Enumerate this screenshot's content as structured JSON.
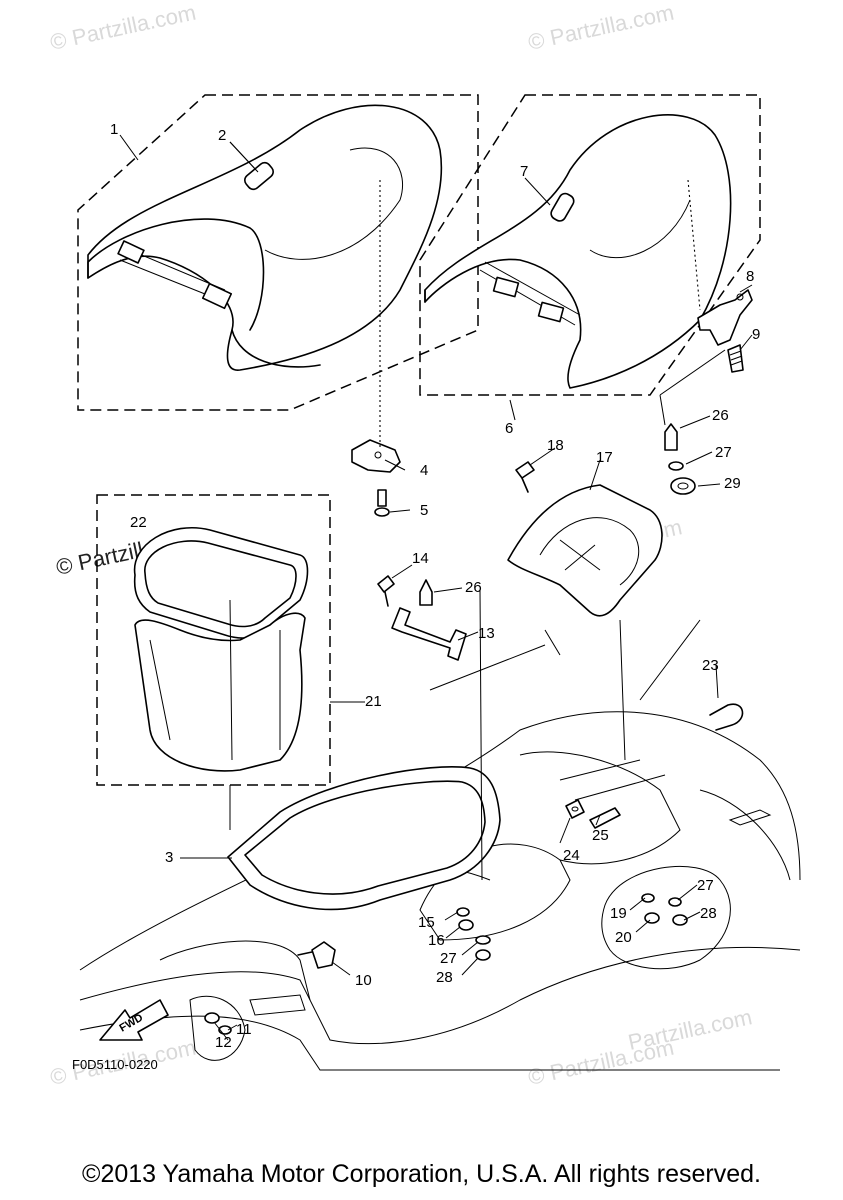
{
  "watermark": {
    "text": "© Partzilla.com",
    "site": "Partzilla.com"
  },
  "part_numbers": [
    "1",
    "2",
    "3",
    "4",
    "5",
    "6",
    "7",
    "8",
    "9",
    "10",
    "11",
    "12",
    "13",
    "14",
    "15",
    "16",
    "17",
    "18",
    "19",
    "20",
    "21",
    "22",
    "23",
    "24",
    "25",
    "26",
    "27",
    "28",
    "29"
  ],
  "extra_labels": {
    "label_26b": "26",
    "label_27b": "27",
    "label_28b": "28",
    "label_27c": "27",
    "label_28c": "28"
  },
  "fwd_arrow": "FWD",
  "diagram_code": "F0D5110-0220",
  "copyright": "©2013 Yamaha Motor Corporation, U.S.A. All rights reserved."
}
